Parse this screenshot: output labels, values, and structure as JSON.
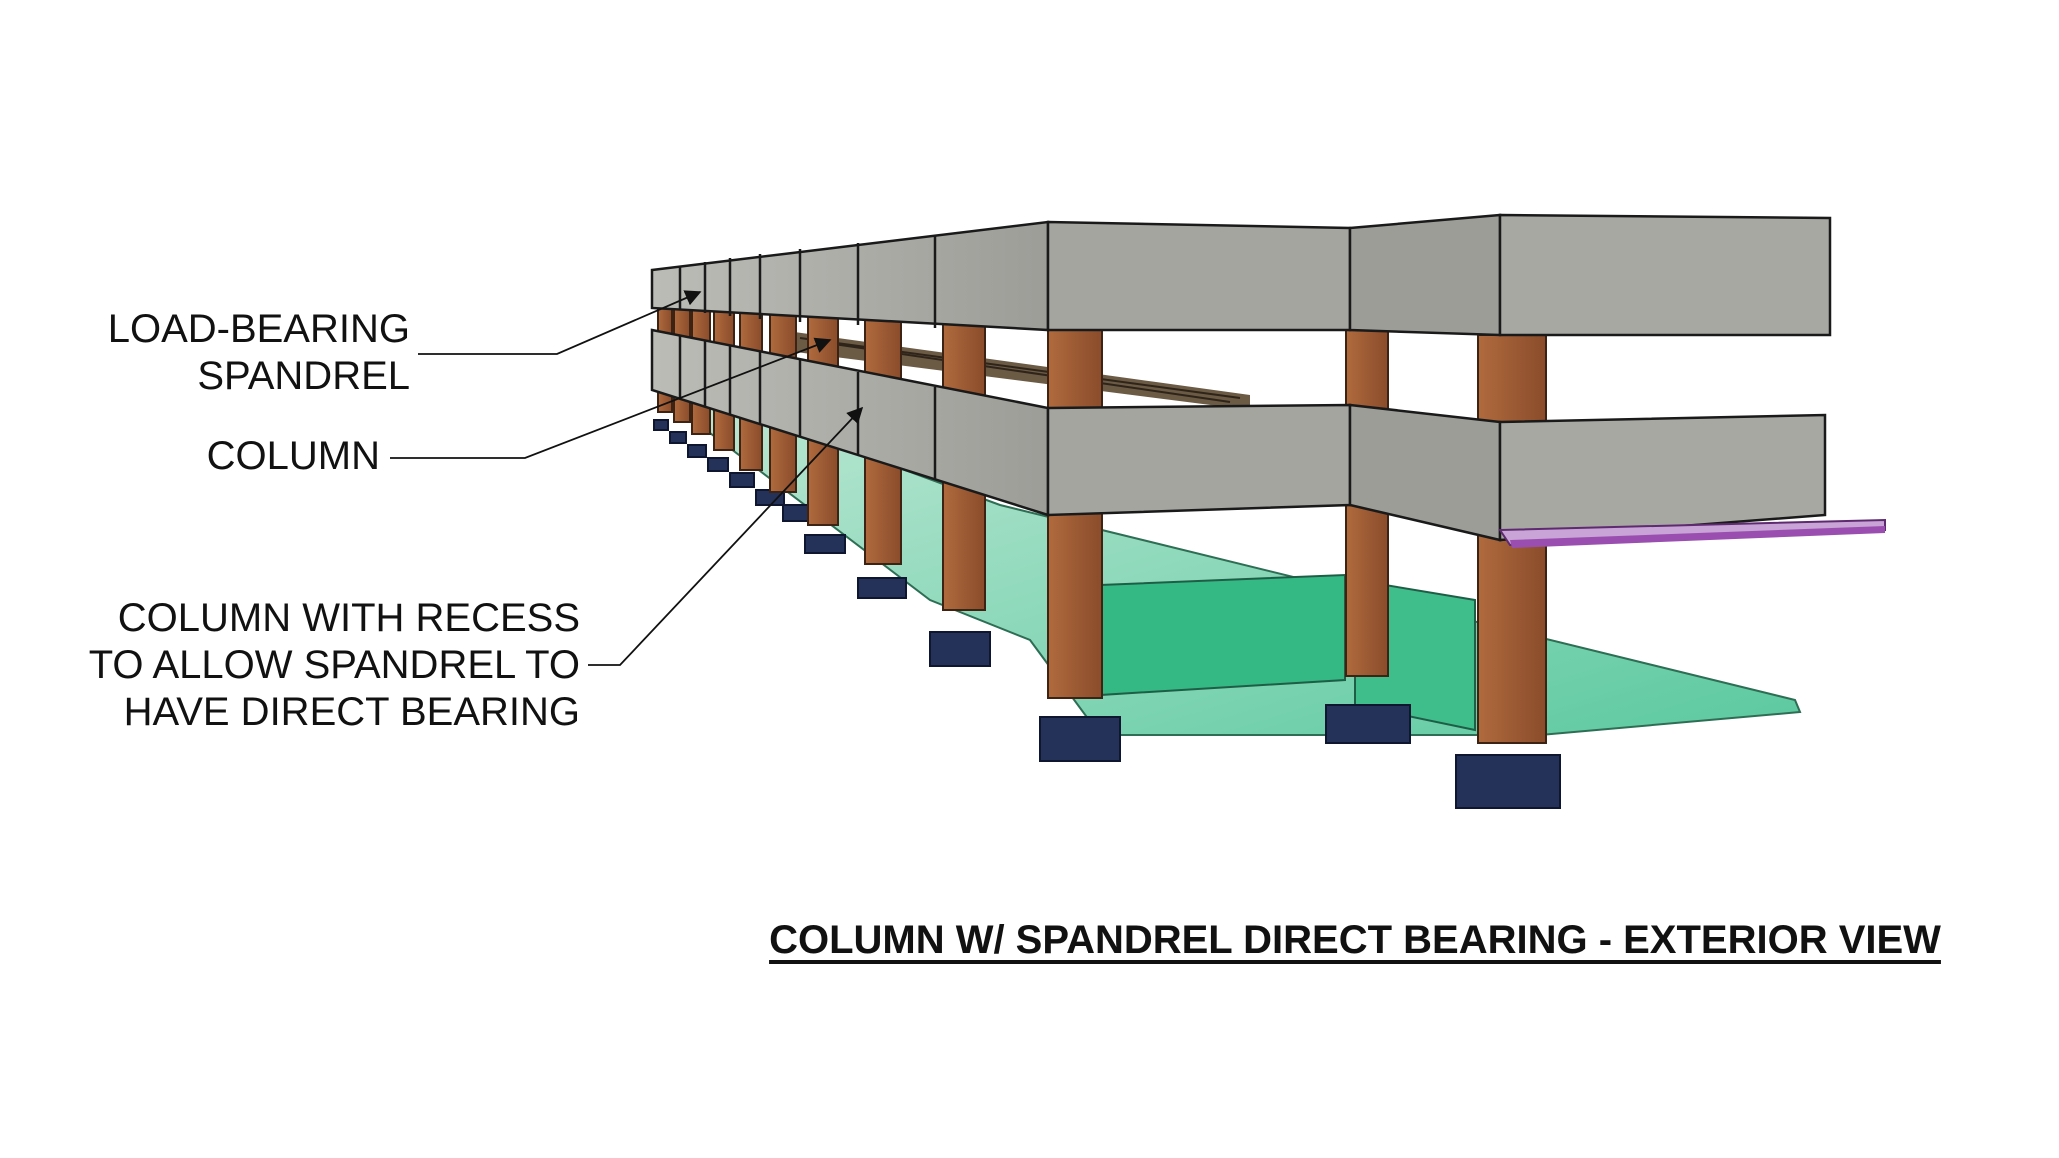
{
  "labels": {
    "spandrel": [
      "LOAD-BEARING",
      "SPANDREL"
    ],
    "column": [
      "COLUMN"
    ],
    "recess": [
      "COLUMN WITH RECESS",
      "TO ALLOW SPANDREL TO",
      "HAVE DIRECT BEARING"
    ]
  },
  "title": "COLUMN W/ SPANDREL DIRECT BEARING - EXTERIOR VIEW",
  "colors": {
    "spandrel": "#a7a7a3",
    "column": "#9c5a34",
    "slab": "#55c49a",
    "footing": "#1f2c4d",
    "cantilever": "#9a4fb0",
    "joist": "#5a4a38"
  }
}
